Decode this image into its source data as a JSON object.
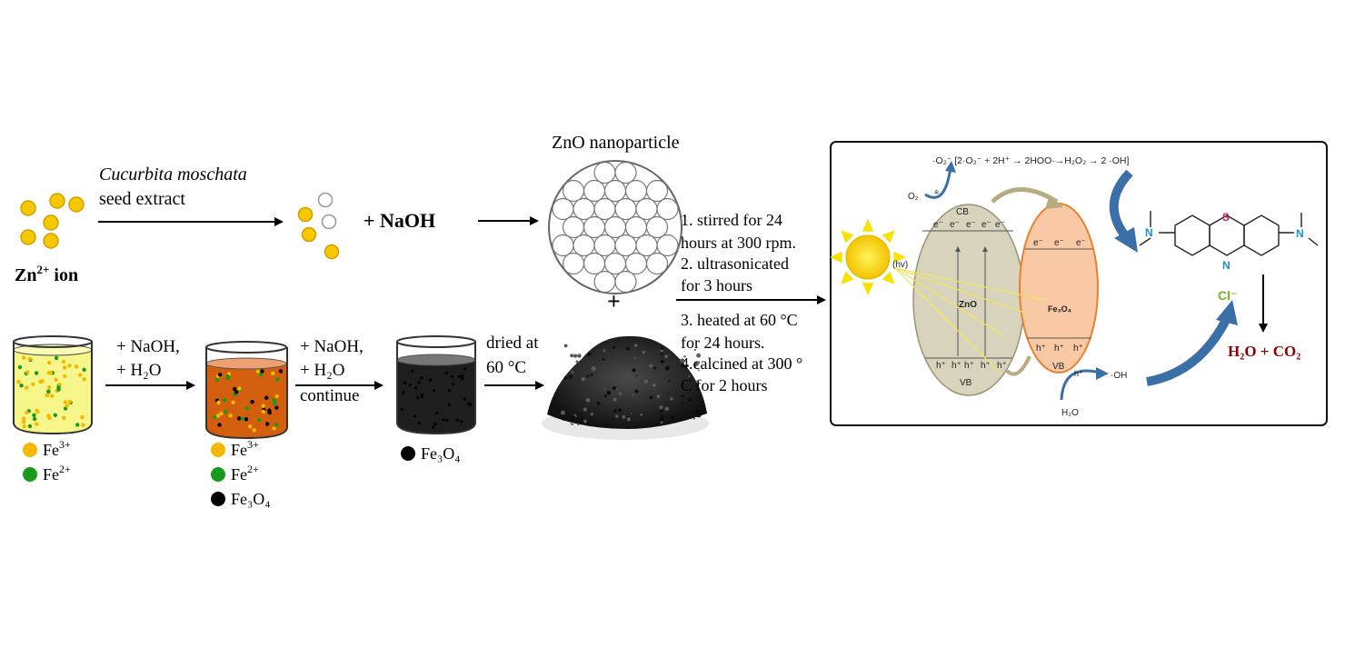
{
  "top": {
    "extract_label_italic": "Cucurbita moschata",
    "extract_label_rest": "seed extract",
    "zn_ion_label": "Zn",
    "zn_ion_charge": "2+",
    "zn_ion_suffix": " ion",
    "naoh_label": "+ NaOH",
    "zno_title": "ZnO nanoparticle",
    "plus": "+"
  },
  "bottom": {
    "step1_line1": "+ NaOH,",
    "step1_line2": "+ H₂O",
    "step2_line1": "+ NaOH,",
    "step2_line2": "+ H₂O",
    "step2_line3": "continue",
    "dried_line1": "dried at",
    "dried_line2": "60 °C",
    "legend1": [
      {
        "base": "Fe",
        "sup": "3+",
        "color": "#f5b800"
      },
      {
        "base": "Fe",
        "sup": "2+",
        "color": "#1a9a1a"
      }
    ],
    "legend2": [
      {
        "base": "Fe",
        "sup": "3+",
        "color": "#f5b800"
      },
      {
        "base": "Fe",
        "sup": "2+",
        "color": "#1a9a1a"
      },
      {
        "base": "Fe₃O₄",
        "sup": "",
        "color": "#000000"
      }
    ],
    "legend3": [
      {
        "base": "Fe₃O₄",
        "sup": "",
        "color": "#000000"
      }
    ]
  },
  "steps": [
    "1. stirred for 24",
    "hours at 300 rpm.",
    "2. ultrasonicated",
    "for 3 hours",
    "3. heated at 60 °C",
    "for 24 hours.",
    "4.calcined at 300 °",
    "C for 2 hours"
  ],
  "mechanism": {
    "reaction": "·O₂⁻ [2·O₂⁻ + 2H⁺ → 2HOO·→H₂O₂ → 2 ·OH]",
    "o2": "O₂",
    "e_small": "e",
    "cb": "CB",
    "vb": "VB",
    "zno": "ZnO",
    "fe3o4": "Fe₃O₄",
    "hv": "(hv)",
    "electron": "e⁻",
    "hole": "h⁺",
    "oh": "·OH",
    "h2o": "H₂O",
    "cl": "Cl⁻",
    "s_atom": "S",
    "n_atom": "N",
    "products": "H₂O + CO₂",
    "colors": {
      "zno_fill": "#d8d3bd",
      "fe_fill": "#f9c9a6",
      "fe_stroke": "#e8802e",
      "arrow_blue": "#3a6fa8",
      "sun": "#f7e200",
      "cl": "#6fb51f",
      "products": "#8b0000",
      "s_atom": "#cc2277",
      "n_atom": "#1a8fd0"
    }
  }
}
